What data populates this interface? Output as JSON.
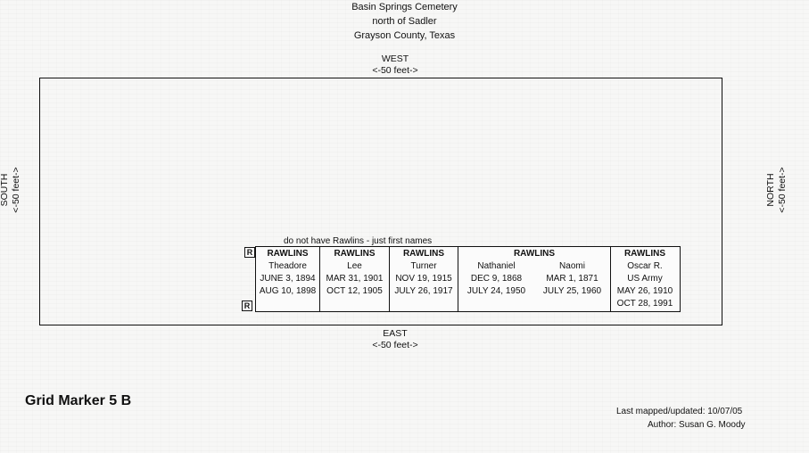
{
  "header": {
    "line1": "Basin Springs Cemetery",
    "line2": "north of Sadler",
    "line3": "Grayson County, Texas"
  },
  "directions": {
    "west": "WEST",
    "west_scale": "<-50 feet->",
    "east": "EAST",
    "east_scale": "<-50 feet->",
    "south": "SOUTH",
    "south_scale": "<-50 feet->",
    "north": "NORTH",
    "north_scale": "<-50 feet->"
  },
  "note": "do not have Rawlins - just first names",
  "row_markers": [
    "R",
    "R"
  ],
  "plots": [
    {
      "surname": "RAWLINS",
      "names": [
        "Theadore"
      ],
      "born": [
        "JUNE 3, 1894"
      ],
      "died": [
        "AUG 10, 1898"
      ]
    },
    {
      "surname": "RAWLINS",
      "names": [
        "Lee"
      ],
      "born": [
        "MAR 31, 1901"
      ],
      "died": [
        "OCT 12, 1905"
      ]
    },
    {
      "surname": "RAWLINS",
      "names": [
        "Turner"
      ],
      "born": [
        "NOV 19, 1915"
      ],
      "died": [
        "JULY 26, 1917"
      ]
    },
    {
      "surname": "RAWLINS",
      "names": [
        "Nathaniel",
        "Naomi"
      ],
      "born": [
        "DEC 9, 1868",
        "MAR 1, 1871"
      ],
      "died": [
        "JULY 24, 1950",
        "JULY 25, 1960"
      ]
    },
    {
      "surname": "RAWLINS",
      "names": [
        "Oscar R."
      ],
      "extra": "US Army",
      "born": [
        "MAY 26, 1910"
      ],
      "died": [
        "OCT 28, 1991"
      ]
    }
  ],
  "footer": {
    "grid_marker": "Grid Marker 5 B",
    "last_mapped": "Last mapped/updated: 10/07/05",
    "author": "Author: Susan G. Moody"
  }
}
